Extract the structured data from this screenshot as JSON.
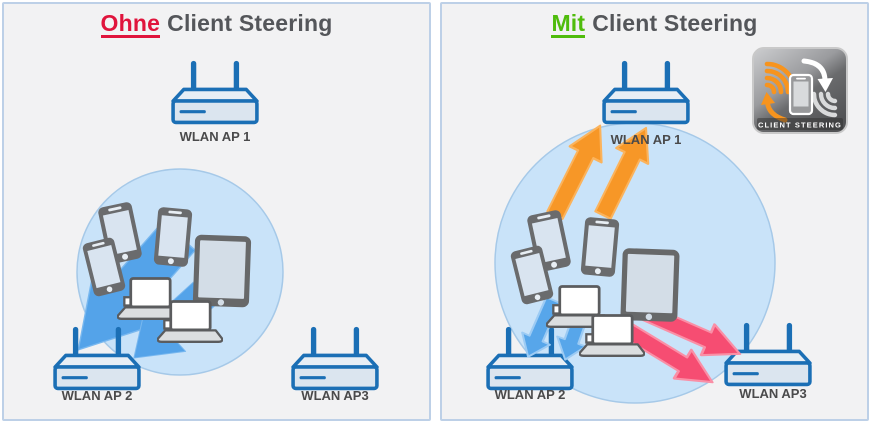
{
  "left_panel": {
    "title_keyword": "Ohne",
    "title_rest": "Client Steering",
    "labels": {
      "ap1": "WLAN AP 1",
      "ap2": "WLAN AP 2",
      "ap3": "WLAN AP3"
    }
  },
  "right_panel": {
    "title_keyword": "Mit",
    "title_rest": "Client Steering",
    "labels": {
      "ap1": "WLAN AP 1",
      "ap2": "WLAN AP 2",
      "ap3": "WLAN AP3"
    },
    "badge_label": "CLIENT STEERING"
  },
  "colors": {
    "keyword_without": "#E0143C",
    "keyword_with": "#4FBC0C",
    "title_text": "#54565A",
    "panel_border": "#BDD0E7",
    "panel_background": "#F2F2F3",
    "ap_outline": "#1B6FB5",
    "ap_fill": "#DBE5EF",
    "coverage_circle_fill": "#C9E3F9",
    "coverage_circle_stroke": "#A6C9E8",
    "arrow_blue": "#57A6EA",
    "arrow_orange": "#F79727",
    "arrow_pink": "#F64D72",
    "device_gray": "#6A6B6D",
    "label_text": "#4A4A4B"
  }
}
